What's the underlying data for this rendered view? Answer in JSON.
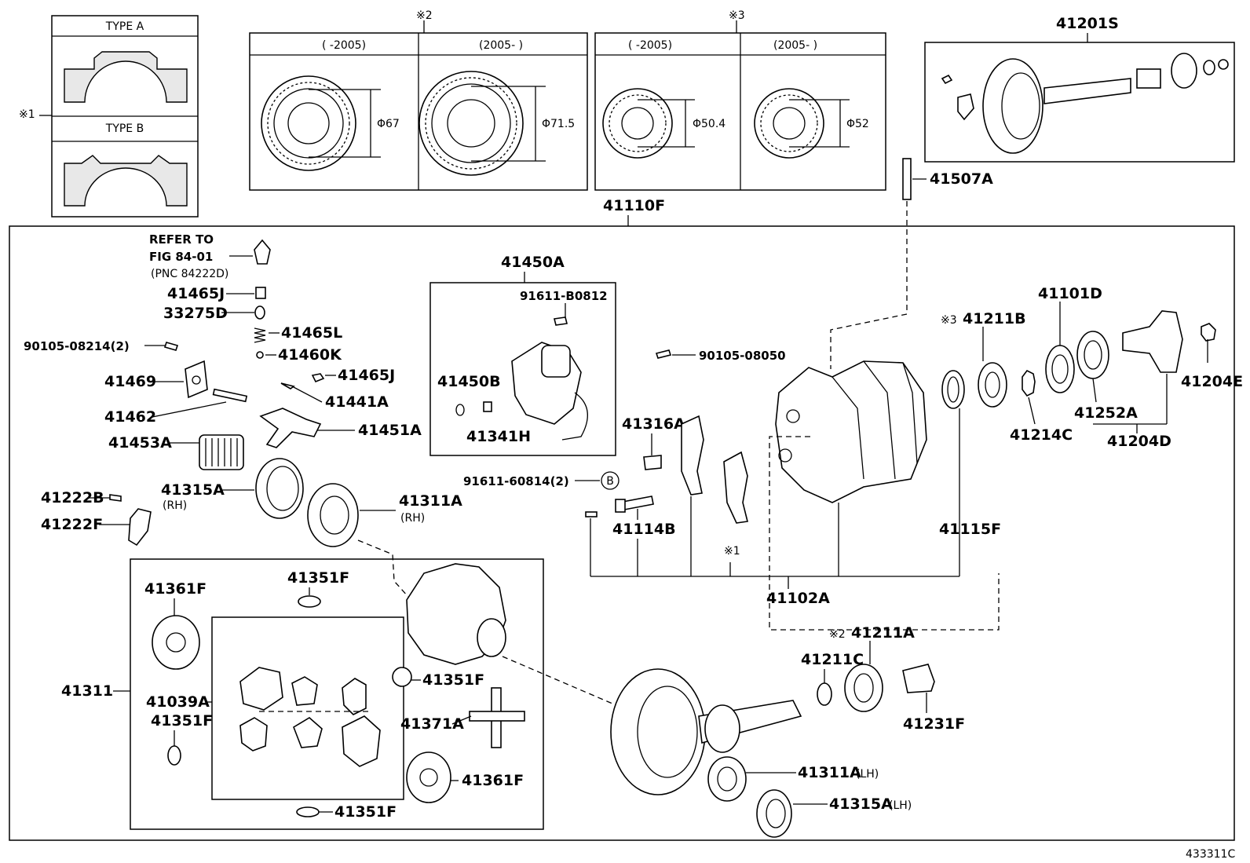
{
  "diagram_id": "433311C",
  "inset_type": {
    "marker": "※1",
    "type_a": "TYPE A",
    "type_b": "TYPE B"
  },
  "bearing_table_2": {
    "marker": "※2",
    "col1_header": "(      -2005)",
    "col2_header": "(2005-      )",
    "col1_dim": "Φ67",
    "col2_dim": "Φ71.5"
  },
  "bearing_table_3": {
    "marker": "※3",
    "col1_header": "(      -2005)",
    "col2_header": "(2005-      )",
    "col1_dim": "Φ50.4",
    "col2_dim": "Φ52"
  },
  "top_labels": {
    "ring_pinion_set": "41201S",
    "pin": "41507A",
    "carrier_assy": "41110F"
  },
  "refer_note": {
    "line1": "REFER TO",
    "line2": "FIG 84-01",
    "line3": "(PNC 84222D)"
  },
  "actuator_box": {
    "title": "41450A",
    "bolt": "91611-B0812",
    "oring": "41450B",
    "gear": "41341H"
  },
  "left_labels": {
    "p41465J_a": "41465J",
    "p33275D": "33275D",
    "p41465L": "41465L",
    "p41460K": "41460K",
    "p90105_08214": "90105-08214(2)",
    "p41465J_b": "41465J",
    "p41469": "41469",
    "p41441A": "41441A",
    "p41462": "41462",
    "p41451A": "41451A",
    "p41453A": "41453A",
    "p41315A_rh": "41315A",
    "rh1": "(RH)",
    "p41311A_rh": "41311A",
    "rh2": "(RH)",
    "p41222B": "41222B",
    "p41222F": "41222F"
  },
  "mid_labels": {
    "p90105_08050": "90105-08050",
    "p41316A": "41316A",
    "p91611_60814": "91611-60814(2)",
    "circle_b": "B",
    "p41114B": "41114B",
    "marker1": "※1",
    "p41102A": "41102A"
  },
  "right_labels": {
    "marker3": "※3",
    "p41211B": "41211B",
    "p41101D": "41101D",
    "p41204E": "41204E",
    "p41252A": "41252A",
    "p41214C": "41214C",
    "p41204D": "41204D",
    "p41115F": "41115F"
  },
  "diff_box": {
    "p41311": "41311",
    "p41361F_a": "41361F",
    "p41351F_top": "41351F",
    "p41351F_mid": "41351F",
    "p41039A": "41039A",
    "p41351F_left": "41351F",
    "p41371A": "41371A",
    "p41361F_b": "41361F",
    "p41351F_bottom": "41351F"
  },
  "bottom_labels": {
    "marker2": "※2",
    "p41211A": "41211A",
    "p41211C": "41211C",
    "p41231F": "41231F",
    "p41311A_lh": "41311A",
    "lh1": "(LH)",
    "p41315A_lh": "41315A",
    "lh2": "(LH)"
  }
}
